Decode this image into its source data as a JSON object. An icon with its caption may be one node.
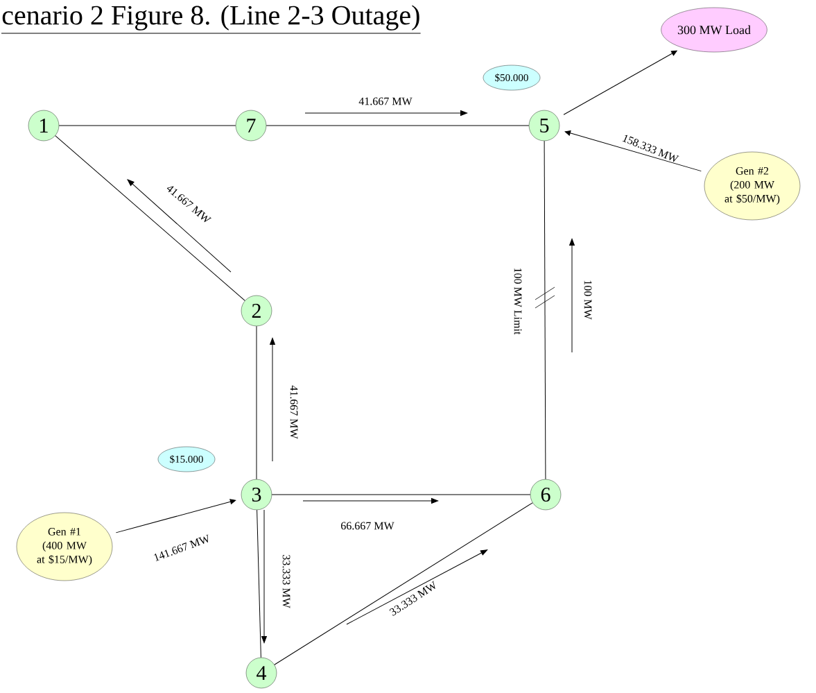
{
  "diagram": {
    "title": "cenario 2 Figure 8. (Line 2-3 Outage)",
    "nodes": [
      {
        "text": [
          "1"
        ]
      },
      {
        "text": [
          "7"
        ]
      },
      {
        "text": [
          "5"
        ]
      },
      {
        "text": [
          "2"
        ]
      },
      {
        "text": [
          "3"
        ]
      },
      {
        "text": [
          "6"
        ]
      },
      {
        "text": [
          "4"
        ]
      },
      {
        "text": [
          "$50.000"
        ]
      },
      {
        "text": [
          "$15.000"
        ]
      },
      {
        "text": [
          "300 MW Load"
        ]
      },
      {
        "text": [
          "Gen #2 (200 MW at $50/MW)"
        ]
      },
      {
        "text": [
          "Gen #1 (400 MW at $15/MW)"
        ]
      }
    ],
    "edges": [
      {
        "from": 0,
        "to": 1,
        "arrow": "none"
      },
      {
        "from": 1,
        "to": 2,
        "arrow": "none"
      },
      {
        "from": 0,
        "to": 3,
        "arrow": "none"
      },
      {
        "from": 3,
        "to": 4,
        "arrow": "none"
      },
      {
        "from": 4,
        "to": 5,
        "arrow": "none"
      },
      {
        "from": 4,
        "to": 6,
        "arrow": "none"
      },
      {
        "from": 6,
        "to": 5,
        "arrow": "none"
      },
      {
        "from": 2,
        "to": 5,
        "arrow": "none"
      },
      {
        "from": 11,
        "to": 4,
        "arrow": "to",
        "label": "141.667 MW"
      },
      {
        "from": 10,
        "to": 2,
        "arrow": "to",
        "label": "158.333 MW"
      },
      {
        "from": 2,
        "to": 9,
        "arrow": "to"
      }
    ],
    "labels": [
      "41.667 MW",
      "41.667 MW",
      "100 MW Limit",
      "100 MW",
      "41.667 MW",
      "66.667 MW",
      "33.333 MW",
      "33.333 MW"
    ]
  }
}
